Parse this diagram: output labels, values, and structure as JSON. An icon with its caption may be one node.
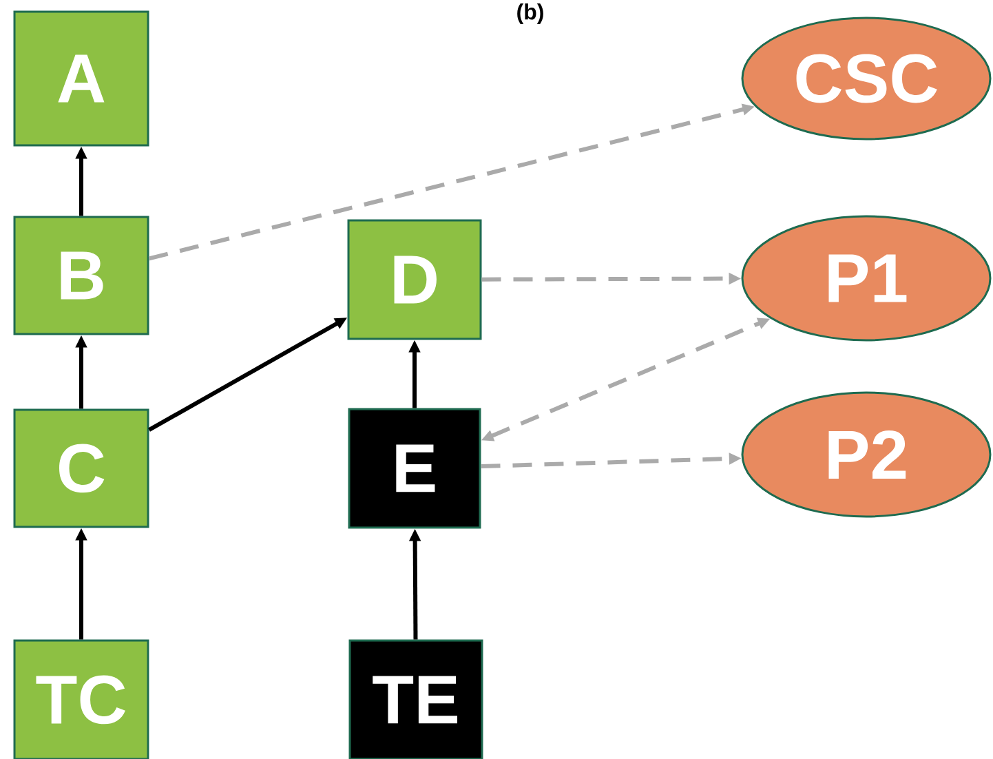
{
  "diagram": {
    "title": "(b)",
    "nodes": [
      {
        "text": [
          "A"
        ]
      },
      {
        "text": [
          "B"
        ]
      },
      {
        "text": [
          "C"
        ]
      },
      {
        "text": [
          "TC"
        ]
      },
      {
        "text": [
          "D"
        ]
      },
      {
        "text": [
          "E"
        ]
      },
      {
        "text": [
          "TE"
        ]
      },
      {
        "text": [
          "CSC"
        ]
      },
      {
        "text": [
          "P1"
        ]
      },
      {
        "text": [
          "P2"
        ]
      }
    ],
    "edges": [
      {
        "from": 1,
        "to": 0,
        "arrow": "to"
      },
      {
        "from": 2,
        "to": 1,
        "arrow": "to"
      },
      {
        "from": 3,
        "to": 2,
        "arrow": "to"
      },
      {
        "from": 2,
        "to": 4,
        "arrow": "to"
      },
      {
        "from": 5,
        "to": 4,
        "arrow": "to"
      },
      {
        "from": 6,
        "to": 5,
        "arrow": "to"
      },
      {
        "from": 1,
        "to": 7,
        "arrow": "to",
        "style": "dashed",
        "color": "#aaaaaa"
      },
      {
        "from": 4,
        "to": 8,
        "arrow": "to",
        "style": "dashed",
        "color": "#aaaaaa"
      },
      {
        "from": 5,
        "to": 8,
        "arrow": "both",
        "style": "dashed",
        "color": "#aaaaaa"
      },
      {
        "from": 5,
        "to": 9,
        "arrow": "to",
        "style": "dashed",
        "color": "#aaaaaa"
      }
    ]
  }
}
